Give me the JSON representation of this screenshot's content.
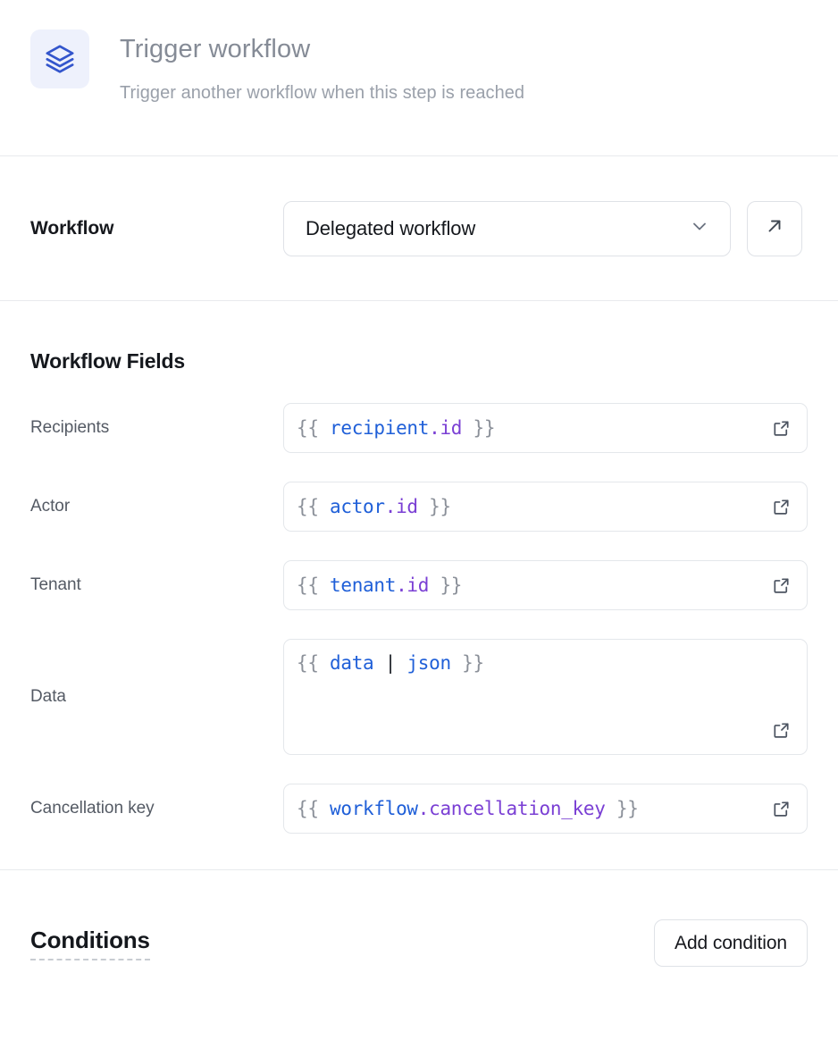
{
  "header": {
    "icon": "layers-icon",
    "title": "Trigger workflow",
    "subtitle": "Trigger another workflow when this step is reached",
    "icon_color": "#3355cc",
    "icon_bg": "#eef1fc"
  },
  "workflow": {
    "label": "Workflow",
    "selected": "Delegated workflow",
    "chevron_icon": "chevron-down-icon",
    "open_icon": "arrow-up-right-icon"
  },
  "fields": {
    "heading": "Workflow Fields",
    "expand_icon": "external-link-icon",
    "items": [
      {
        "label": "Recipients",
        "value": "{{ recipient.id }}",
        "tokens": [
          {
            "t": "{{ ",
            "c": "brace"
          },
          {
            "t": "recipient",
            "c": "obj"
          },
          {
            "t": ".id",
            "c": "prop"
          },
          {
            "t": " }}",
            "c": "brace"
          }
        ],
        "multiline": false
      },
      {
        "label": "Actor",
        "value": "{{ actor.id }}",
        "tokens": [
          {
            "t": "{{ ",
            "c": "brace"
          },
          {
            "t": "actor",
            "c": "obj"
          },
          {
            "t": ".id",
            "c": "prop"
          },
          {
            "t": " }}",
            "c": "brace"
          }
        ],
        "multiline": false
      },
      {
        "label": "Tenant",
        "value": "{{ tenant.id }}",
        "tokens": [
          {
            "t": "{{ ",
            "c": "brace"
          },
          {
            "t": "tenant",
            "c": "obj"
          },
          {
            "t": ".id",
            "c": "prop"
          },
          {
            "t": " }}",
            "c": "brace"
          }
        ],
        "multiline": false
      },
      {
        "label": "Data",
        "value": "{{ data | json }}",
        "tokens": [
          {
            "t": "{{ ",
            "c": "brace"
          },
          {
            "t": "data",
            "c": "obj"
          },
          {
            "t": " ",
            "c": "brace"
          },
          {
            "t": "|",
            "c": "pipe"
          },
          {
            "t": " ",
            "c": "brace"
          },
          {
            "t": "json",
            "c": "obj"
          },
          {
            "t": " }}",
            "c": "brace"
          }
        ],
        "multiline": true
      },
      {
        "label": "Cancellation key",
        "value": "{{ workflow.cancellation_key }}",
        "tokens": [
          {
            "t": "{{ ",
            "c": "brace"
          },
          {
            "t": "workflow",
            "c": "obj"
          },
          {
            "t": ".cancellation_key",
            "c": "prop"
          },
          {
            "t": " }}",
            "c": "brace"
          }
        ],
        "multiline": false
      }
    ]
  },
  "conditions": {
    "title": "Conditions",
    "add_label": "Add condition"
  }
}
